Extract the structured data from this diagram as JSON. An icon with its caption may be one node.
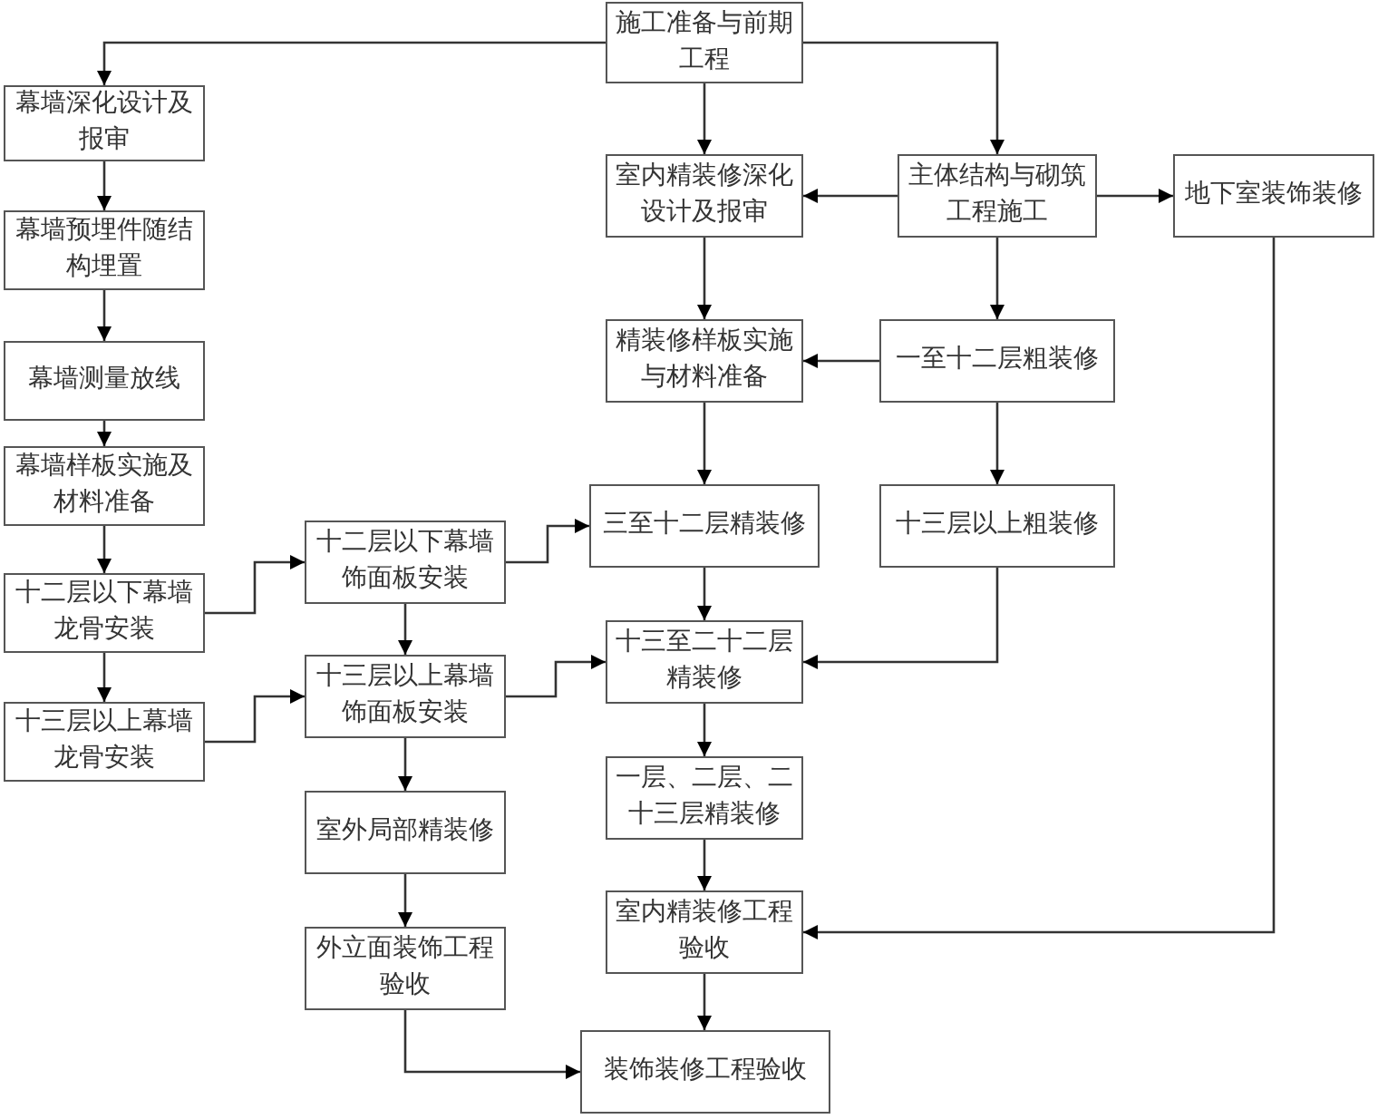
{
  "diagram": {
    "nodes": [
      {
        "text": [
          "施工准备与前期工程"
        ]
      },
      {
        "text": [
          "幕墙深化设计及报审"
        ]
      },
      {
        "text": [
          "室内精装修深化设计及报审"
        ]
      },
      {
        "text": [
          "主体结构与砌筑工程施工"
        ]
      },
      {
        "text": [
          "地下室装饰装修"
        ]
      },
      {
        "text": [
          "幕墙预埋件随结构埋置"
        ]
      },
      {
        "text": [
          "精装修样板实施与材料准备"
        ]
      },
      {
        "text": [
          "一至十二层粗装修"
        ]
      },
      {
        "text": [
          "幕墙测量放线"
        ]
      },
      {
        "text": [
          "幕墙样板实施及材料准备"
        ]
      },
      {
        "text": [
          "十二层以下幕墙饰面板安装"
        ]
      },
      {
        "text": [
          "三至十二层精装修"
        ]
      },
      {
        "text": [
          "十三层以上粗装修"
        ]
      },
      {
        "text": [
          "十二层以下幕墙龙骨安装"
        ]
      },
      {
        "text": [
          "十三层以上幕墙饰面板安装"
        ]
      },
      {
        "text": [
          "十三至二十二层精装修"
        ]
      },
      {
        "text": [
          "十三层以上幕墙龙骨安装"
        ]
      },
      {
        "text": [
          "一层、二层、二十三层精装修"
        ]
      },
      {
        "text": [
          "室外局部精装修"
        ]
      },
      {
        "text": [
          "室内精装修工程验收"
        ]
      },
      {
        "text": [
          "外立面装饰工程验收"
        ]
      },
      {
        "text": [
          "装饰装修工程验收"
        ]
      }
    ],
    "edges": [
      {
        "from": 0,
        "to": 1,
        "arrow": "to"
      },
      {
        "from": 0,
        "to": 2,
        "arrow": "to"
      },
      {
        "from": 0,
        "to": 3,
        "arrow": "to"
      },
      {
        "from": 3,
        "to": 2,
        "arrow": "to"
      },
      {
        "from": 3,
        "to": 4,
        "arrow": "to"
      },
      {
        "from": 3,
        "to": 7,
        "arrow": "to"
      },
      {
        "from": 2,
        "to": 6,
        "arrow": "to"
      },
      {
        "from": 7,
        "to": 6,
        "arrow": "to"
      },
      {
        "from": 1,
        "to": 5,
        "arrow": "to"
      },
      {
        "from": 5,
        "to": 8,
        "arrow": "to"
      },
      {
        "from": 8,
        "to": 9,
        "arrow": "to"
      },
      {
        "from": 9,
        "to": 13,
        "arrow": "to"
      },
      {
        "from": 13,
        "to": 16,
        "arrow": "to"
      },
      {
        "from": 13,
        "to": 10,
        "arrow": "to"
      },
      {
        "from": 16,
        "to": 14,
        "arrow": "to"
      },
      {
        "from": 10,
        "to": 14,
        "arrow": "to"
      },
      {
        "from": 10,
        "to": 11,
        "arrow": "to"
      },
      {
        "from": 14,
        "to": 15,
        "arrow": "to"
      },
      {
        "from": 6,
        "to": 11,
        "arrow": "to"
      },
      {
        "from": 11,
        "to": 15,
        "arrow": "to"
      },
      {
        "from": 7,
        "to": 12,
        "arrow": "to"
      },
      {
        "from": 12,
        "to": 15,
        "arrow": "to"
      },
      {
        "from": 15,
        "to": 17,
        "arrow": "to"
      },
      {
        "from": 17,
        "to": 19,
        "arrow": "to"
      },
      {
        "from": 4,
        "to": 19,
        "arrow": "to"
      },
      {
        "from": 19,
        "to": 21,
        "arrow": "to"
      },
      {
        "from": 14,
        "to": 18,
        "arrow": "to"
      },
      {
        "from": 18,
        "to": 20,
        "arrow": "to"
      },
      {
        "from": 20,
        "to": 21,
        "arrow": "to"
      }
    ]
  }
}
